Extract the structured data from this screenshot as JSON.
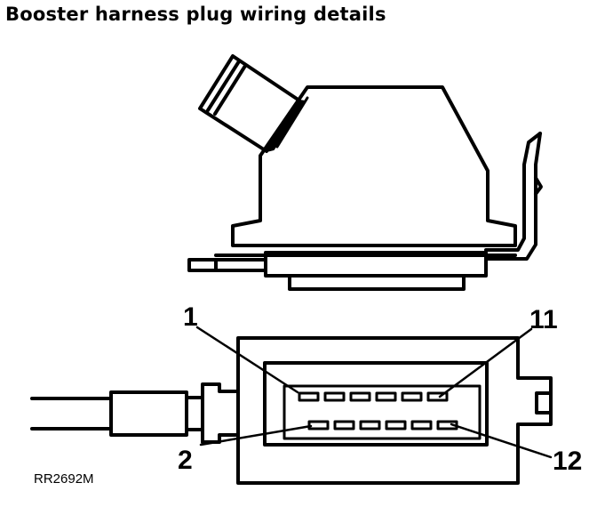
{
  "title": "Booster harness plug wiring details",
  "reference_code": "RR2692M",
  "callouts": {
    "pin_1": "1",
    "pin_11": "11",
    "pin_2": "2",
    "pin_12": "12"
  },
  "colors": {
    "line": "#000000",
    "background": "#ffffff"
  }
}
